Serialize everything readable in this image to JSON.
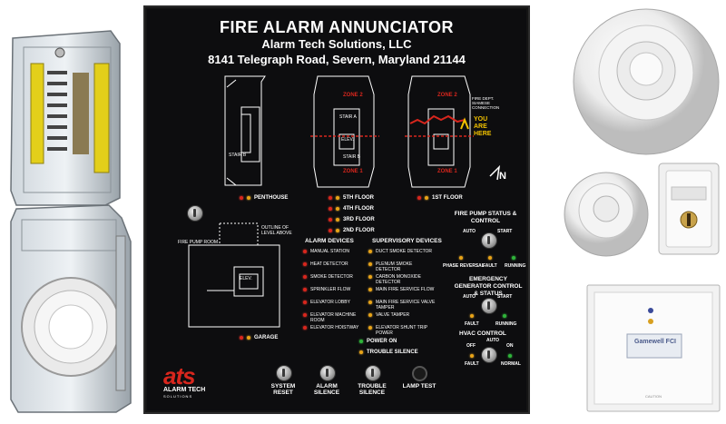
{
  "panel": {
    "title": "FIRE ALARM ANNUNCIATOR",
    "company": "Alarm Tech Solutions, LLC",
    "address": "8141 Telegraph Road, Severn, Maryland 21144"
  },
  "floorplan": {
    "zone2_mid": "ZONE 2",
    "zone1_mid": "ZONE 1",
    "zone2_right": "ZONE 2",
    "zone1_right": "ZONE 1",
    "stair_a": "STAIR A",
    "stair_b": "STAIR B",
    "elev": "ELEV.",
    "fdc": "FIRE DEPT. SIAMESE CONNECTION",
    "you_are_here": "YOU ARE HERE",
    "north": "N",
    "outline": "OUTLINE OF LEVEL ABOVE",
    "fire_pump_room": "FIRE PUMP ROOM"
  },
  "floors": {
    "penthouse": "PENTHOUSE",
    "fifth": "5TH FLOOR",
    "fourth": "4TH FLOOR",
    "third": "3RD FLOOR",
    "second": "2ND FLOOR",
    "first": "1ST FLOOR",
    "garage": "GARAGE"
  },
  "alarm_devices": {
    "header": "ALARM DEVICES",
    "items": [
      "MANUAL STATION",
      "HEAT DETECTOR",
      "SMOKE DETECTOR",
      "SPRINKLER FLOW",
      "ELEVATOR LOBBY",
      "ELEVATOR MACHINE ROOM",
      "ELEVATOR HOISTWAY"
    ]
  },
  "supervisory_devices": {
    "header": "SUPERVISORY DEVICES",
    "items": [
      "DUCT SMOKE DETECTOR",
      "PLENUM SMOKE DETECTOR",
      "CARBON MONOXIDE DETECTOR",
      "MAIN FIRE SERVICE FLOW",
      "MAIN FIRE SERVICE VALVE TAMPER",
      "VALVE TAMPER",
      "ELEVATOR SHUNT TRIP POWER"
    ]
  },
  "status": {
    "power_on": "POWER ON",
    "trouble_silence": "TROUBLE SILENCE"
  },
  "fire_pump": {
    "header": "FIRE PUMP STATUS & CONTROL",
    "auto": "AUTO",
    "start": "START",
    "phase_reversal": "PHASE REVERSAL",
    "fault": "FAULT",
    "running": "RUNNING"
  },
  "generator": {
    "header": "EMERGENCY GENERATOR CONTROL & STATUS",
    "auto": "AUTO",
    "start": "START",
    "fault": "FAULT",
    "running": "RUNNING"
  },
  "hvac": {
    "header": "HVAC CONTROL",
    "auto": "AUTO",
    "off": "OFF",
    "on": "ON",
    "fault": "FAULT",
    "normal": "NORMAL"
  },
  "controls": {
    "system_reset": "SYSTEM RESET",
    "alarm_silence": "ALARM SILENCE",
    "trouble_silence": "TROUBLE SILENCE",
    "lamp_test": "LAMP TEST"
  },
  "logo": {
    "mark": "ats",
    "line1": "ALARM TECH",
    "line2": "SOLUTIONS"
  },
  "devices": {
    "brand": "Gamewell FCI",
    "caution": "CAUTION"
  },
  "colors": {
    "panel": "#0d0d0f",
    "zone_red": "#d8261d",
    "you_are_here": "#f2c200",
    "led_green": "#2fb43a",
    "led_amber": "#e8a317"
  }
}
